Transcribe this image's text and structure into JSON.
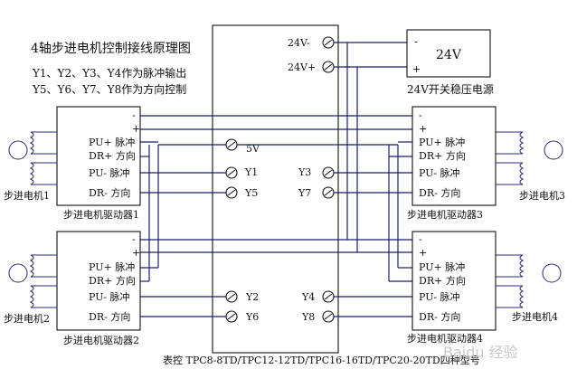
{
  "title": "4轴步进电机控制接线原理图",
  "note_line1": "Y1、Y2、Y3、Y4作为脉冲输出",
  "note_line2": "Y5、Y6、Y7、Y8作为方向控制",
  "power_supply": {
    "voltage_label": "24V",
    "caption": "24V开关稳压电源",
    "minus": "-",
    "plus": "+"
  },
  "controller": {
    "terminal_24v_minus": "24V-",
    "terminal_24v_plus": "24V+",
    "terminal_5v": "5V",
    "terminals": {
      "y1": "Y1",
      "y2": "Y2",
      "y3": "Y3",
      "y4": "Y4",
      "y5": "Y5",
      "y6": "Y6",
      "y7": "Y7",
      "y8": "Y8"
    },
    "caption": "表控 TPC8-8TD/TPC12-12TD/TPC16-16TD/TPC20-20TD四种型号"
  },
  "driver_pins": {
    "minus": "-",
    "plus": "+",
    "pu_plus": "PU+ 脉冲",
    "dr_plus": "DR+ 方向",
    "pu_minus": "PU- 脉冲",
    "dr_minus": "DR- 方向"
  },
  "drivers": [
    {
      "label": "步进电机驱动器1",
      "motor": "步进电机1"
    },
    {
      "label": "步进电机驱动器2",
      "motor": "步进电机2"
    },
    {
      "label": "步进电机驱动器3",
      "motor": "步进电机3"
    },
    {
      "label": "步进电机驱动器4",
      "motor": "步进电机4"
    }
  ],
  "watermark": "Baidu 经验"
}
